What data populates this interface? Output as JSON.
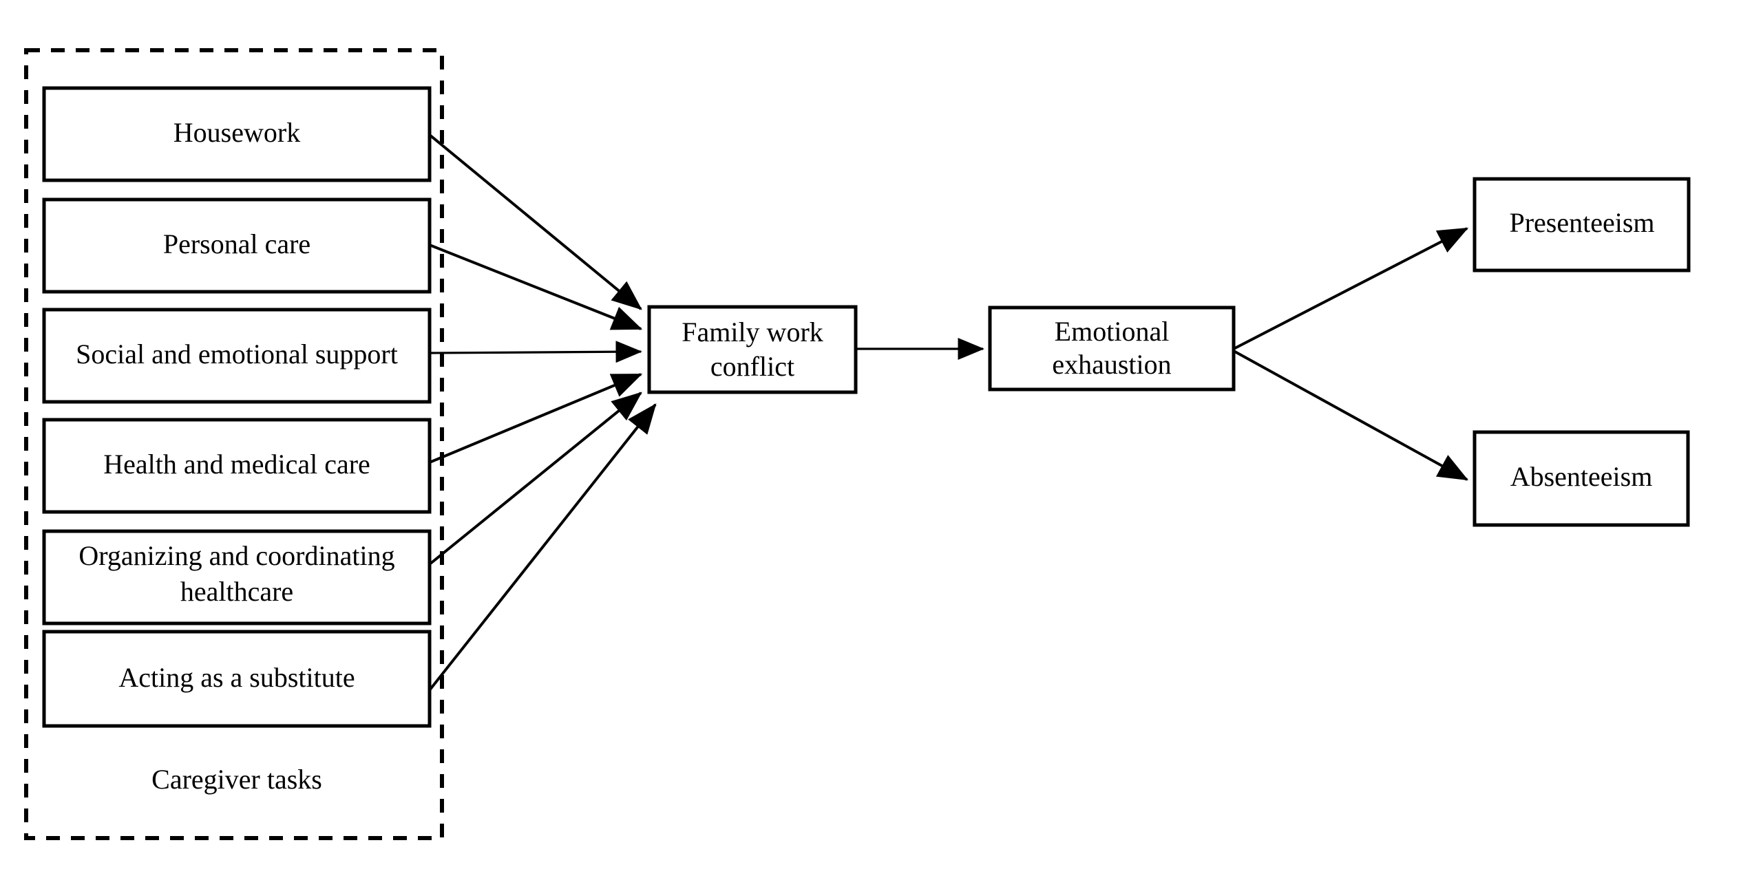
{
  "diagram": {
    "type": "conceptual-model-flow-diagram",
    "group": {
      "label": "Caregiver tasks",
      "style": "dashed-border"
    },
    "caregiver_tasks": [
      {
        "id": "housework",
        "label": "Housework",
        "lines": [
          "Housework"
        ]
      },
      {
        "id": "personal-care",
        "label": "Personal care",
        "lines": [
          "Personal care"
        ]
      },
      {
        "id": "social-emotional-support",
        "label": "Social and emotional support",
        "lines": [
          "Social and emotional support"
        ]
      },
      {
        "id": "health-medical-care",
        "label": "Health and medical care",
        "lines": [
          "Health and medical care"
        ]
      },
      {
        "id": "organizing-coordinating-healthcare",
        "label": "Organizing and coordinating healthcare",
        "lines": [
          "Organizing and coordinating",
          "healthcare"
        ]
      },
      {
        "id": "acting-as-substitute",
        "label": "Acting as a substitute",
        "lines": [
          "Acting as a substitute"
        ]
      }
    ],
    "mediator_nodes": [
      {
        "id": "family-work-conflict",
        "label": "Family work conflict",
        "lines": [
          "Family work",
          "conflict"
        ]
      },
      {
        "id": "emotional-exhaustion",
        "label": "Emotional exhaustion",
        "lines": [
          "Emotional",
          "exhaustion"
        ]
      }
    ],
    "outcome_nodes": [
      {
        "id": "presenteeism",
        "label": "Presenteeism",
        "lines": [
          "Presenteeism"
        ]
      },
      {
        "id": "absenteeism",
        "label": "Absenteeism",
        "lines": [
          "Absenteeism"
        ]
      }
    ],
    "edges": [
      {
        "from": "housework",
        "to": "family-work-conflict"
      },
      {
        "from": "personal-care",
        "to": "family-work-conflict"
      },
      {
        "from": "social-emotional-support",
        "to": "family-work-conflict"
      },
      {
        "from": "health-medical-care",
        "to": "family-work-conflict"
      },
      {
        "from": "organizing-coordinating-healthcare",
        "to": "family-work-conflict"
      },
      {
        "from": "acting-as-substitute",
        "to": "family-work-conflict"
      },
      {
        "from": "family-work-conflict",
        "to": "emotional-exhaustion"
      },
      {
        "from": "emotional-exhaustion",
        "to": "presenteeism"
      },
      {
        "from": "emotional-exhaustion",
        "to": "absenteeism"
      }
    ],
    "colors": {
      "stroke": "#000000",
      "fill": "#ffffff",
      "background": "#ffffff"
    }
  }
}
